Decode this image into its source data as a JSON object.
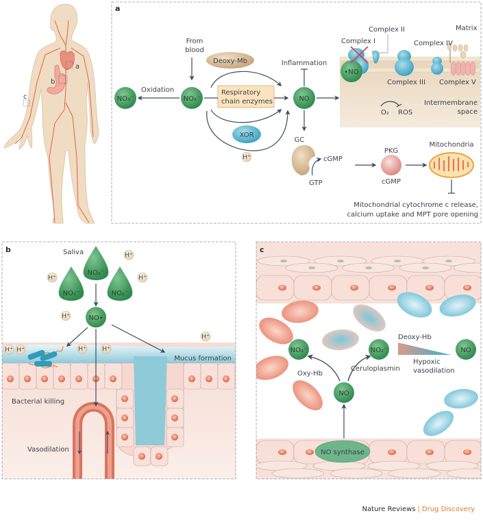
{
  "figure": {
    "body_labels": {
      "a": "a",
      "b": "b",
      "c": "c"
    },
    "panel_a": {
      "letter": "a",
      "from_blood": [
        "From",
        "blood"
      ],
      "oxidation": "Oxidation",
      "no3": "NO₃⁻",
      "no2": "NO₂⁻",
      "no": "NO",
      "deoxy_mb": "Deoxy-Mb",
      "respiratory": [
        "Respiratory",
        "chain enzymes"
      ],
      "xor": "XOR",
      "h_plus": "H⁺",
      "inflammation": "Inflammation",
      "complex_1": "Complex I",
      "complex_2": "Complex II",
      "complex_3": "Complex III",
      "complex_4": "Complex IV",
      "complex_5": "Complex V",
      "matrix": "Matrix",
      "no_radical": "•NO",
      "o2": "O₂",
      "ros": "ROS",
      "intermembrane": [
        "Intermembrane",
        "space"
      ],
      "gc": "GC",
      "gtp": "GTP",
      "cgmp": "cGMP",
      "pkg": "PKG",
      "pkg_cgmp": "cGMP",
      "mitochondria": "Mitochondria",
      "mito_effect": [
        "Mitochondrial cytochrome c release,",
        "calcium uptake and MPT pore opening"
      ]
    },
    "panel_b": {
      "letter": "b",
      "saliva": "Saliva",
      "no2": "NO₂⁻",
      "no_radical": "NO•",
      "h_plus": "H⁺",
      "mucus": "Mucus formation",
      "bacterial": "Bacterial killing",
      "vasodilation": "Vasodilation"
    },
    "panel_c": {
      "letter": "c",
      "no3": "NO₃⁻",
      "no2": "NO₂⁻",
      "no": "NO",
      "no_right": "NO",
      "oxy_hb": "Oxy-Hb",
      "ceruloplasmin": "Ceruloplasmin",
      "deoxy_hb": "Deoxy-Hb",
      "hypoxic": [
        "Hypoxic",
        "vasodilation"
      ],
      "no_synthase": "NO synthase"
    },
    "footer": {
      "journal": "Nature Reviews",
      "separator": "|",
      "section": "Drug Discovery"
    },
    "colors": {
      "green": "#3f9a5e",
      "skin": "#efdcc2",
      "tissue": "#f6dcd4",
      "blue": "#79c3d8",
      "mucus": "#8fcad9",
      "red_vessel": "#e15a3f",
      "arrow": "#3c4a57",
      "accent": "#e07a2a"
    }
  }
}
